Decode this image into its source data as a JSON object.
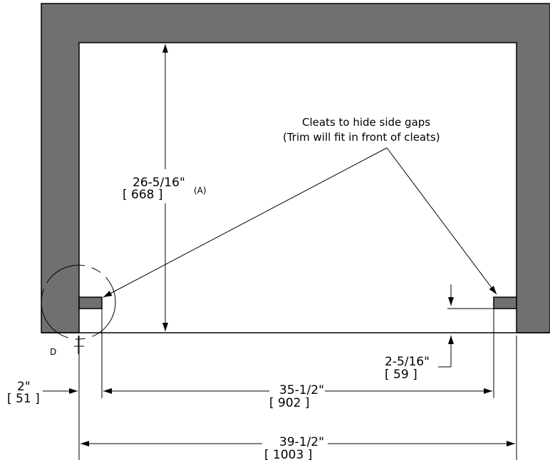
{
  "colors": {
    "wall": "#707070",
    "cleat": "#707070",
    "line": "#000000",
    "background": "#ffffff"
  },
  "note": {
    "line1": "Cleats to hide side gaps",
    "line2": "(Trim will fit in front of cleats)"
  },
  "dimensions": {
    "height": {
      "imperial": "26-5/16\"",
      "metric": "[ 668 ]",
      "tag": "(A)"
    },
    "cleat_height": {
      "imperial": "2-5/16\"",
      "metric": "[ 59 ]"
    },
    "inner_width": {
      "imperial": "35-1/2\"",
      "metric": "[ 902 ]"
    },
    "total_width": {
      "imperial": "39-1/2\"",
      "metric": "[ 1003 ]"
    },
    "side_offset": {
      "imperial": "2\"",
      "metric": "[ 51 ]"
    }
  },
  "detail_label": "D"
}
